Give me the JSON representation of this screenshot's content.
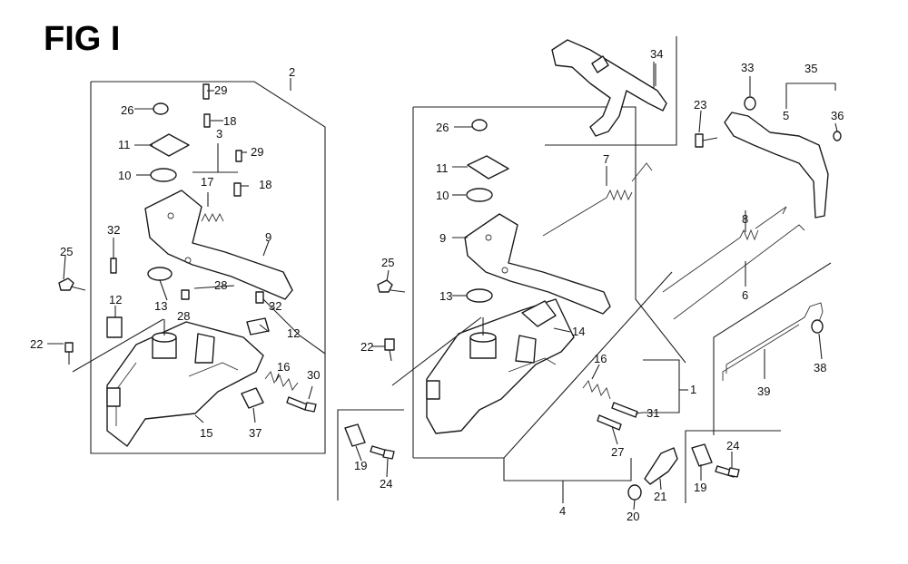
{
  "figure": {
    "title": "FIG I"
  },
  "callouts": {
    "c1": "1",
    "c2": "2",
    "c3": "3",
    "c4": "4",
    "c5": "5",
    "c6": "6",
    "c7": "7",
    "c8": "8",
    "c9a": "9",
    "c9b": "9",
    "c10a": "10",
    "c10b": "10",
    "c11a": "11",
    "c11b": "11",
    "c12a": "12",
    "c12b": "12",
    "c13a": "13",
    "c13b": "13",
    "c14": "14",
    "c15": "15",
    "c16a": "16",
    "c16b": "16",
    "c17": "17",
    "c18a": "18",
    "c18b": "18",
    "c19a": "19",
    "c19b": "19",
    "c20": "20",
    "c21": "21",
    "c22a": "22",
    "c22b": "22",
    "c23": "23",
    "c24a": "24",
    "c24b": "24",
    "c25a": "25",
    "c25b": "25",
    "c26a": "26",
    "c26b": "26",
    "c27": "27",
    "c28a": "28",
    "c28b": "28",
    "c29a": "29",
    "c29b": "29",
    "c30": "30",
    "c31": "31",
    "c32a": "32",
    "c32b": "32",
    "c33": "33",
    "c34": "34",
    "c35": "35",
    "c36": "36",
    "c37": "37",
    "c38": "38",
    "c39": "39"
  }
}
